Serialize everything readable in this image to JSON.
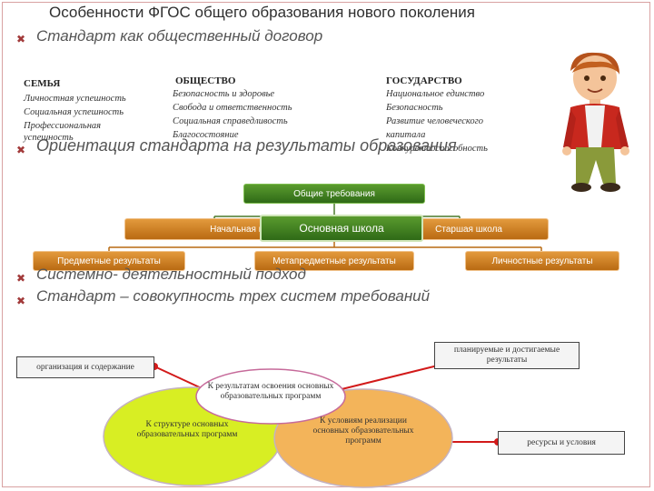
{
  "title": "Особенности ФГОС общего образования нового поколения",
  "bullets": [
    "Стандарт как общественный договор",
    "Ориентация стандарта на результаты образования",
    "Системно- деятельностный подход",
    "Стандарт – совокупность трех систем требований"
  ],
  "family": {
    "heading": "СЕМЬЯ",
    "items": [
      "Личностная успешность",
      "Социальная успешность",
      "Профессиональная",
      "успешность"
    ]
  },
  "society": {
    "heading": "ОБЩЕСТВО",
    "items": [
      "Безопасность и здоровье",
      "Свобода и ответственность",
      "Социальная справедливость",
      "Благосостояние"
    ]
  },
  "state": {
    "heading": "ГОСУДАРСТВО",
    "items": [
      "Национальное единство",
      "Безопасность",
      "Развитие человеческого",
      "капитала",
      "Конкурентоспособность"
    ]
  },
  "hierarchy": {
    "top": "Общие требования",
    "primary": "Начальная школа",
    "main": "Основная школа",
    "senior": "Старшая школа",
    "subject": "Предметные результаты",
    "metasubject": "Метапредметные результаты",
    "personal": "Личностные результаты"
  },
  "requirements": {
    "planned": "планируемые и достигаемые результаты",
    "organization": "организация и содержание",
    "resources": "ресурсы и условия",
    "to_results": "К результатам освоения основных образовательных программ",
    "to_structure": "К структуре основных образовательных программ",
    "to_conditions": "К условиям реализации основных образовательных программ"
  },
  "colors": {
    "green": "#2f6a17",
    "orange": "#c67a1c",
    "yellow": "#d8ee23",
    "peach": "#f3b45a",
    "red": "#d21a1a"
  }
}
